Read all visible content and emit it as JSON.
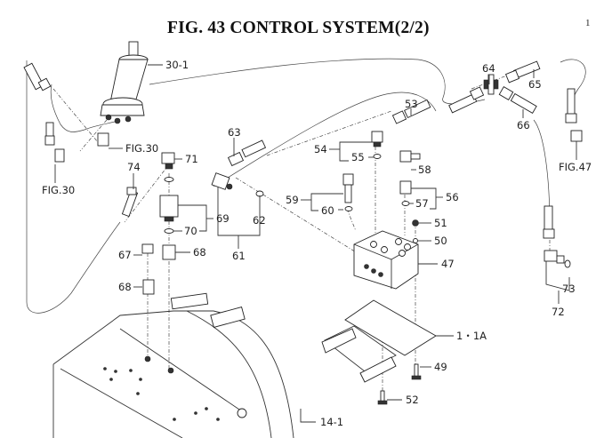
{
  "title": "FIG. 43  CONTROL SYSTEM(2/2)",
  "page_number": "1",
  "callouts": {
    "c30_1": "30-1",
    "fig30_a": "FIG.30",
    "fig30_b": "FIG.30",
    "fig47": "FIG.47",
    "c47": "47",
    "c49": "49",
    "c50": "50",
    "c51": "51",
    "c52": "52",
    "c53": "53",
    "c54": "54",
    "c55": "55",
    "c56": "56",
    "c57": "57",
    "c58": "58",
    "c59": "59",
    "c60": "60",
    "c61": "61",
    "c62": "62",
    "c63": "63",
    "c64": "64",
    "c65": "65",
    "c66": "66",
    "c67": "67",
    "c68a": "68",
    "c68b": "68",
    "c69": "69",
    "c70": "70",
    "c71": "71",
    "c72": "72",
    "c73": "73",
    "c74": "74",
    "c1_1a": "1・1A",
    "c14_1": "14-1"
  }
}
